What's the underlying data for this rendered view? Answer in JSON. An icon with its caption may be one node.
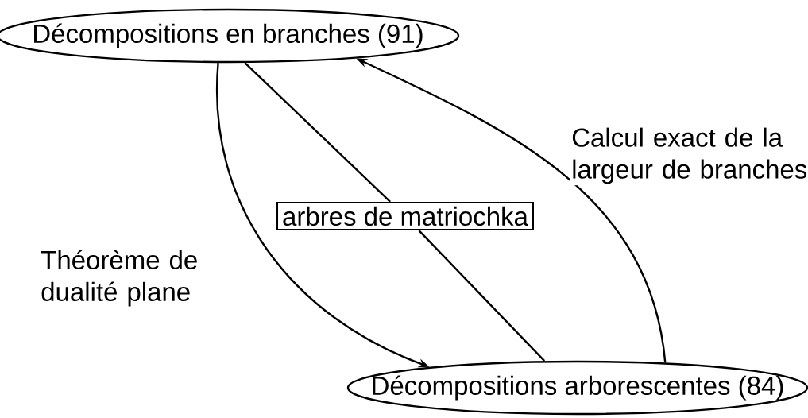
{
  "diagram": {
    "nodes": [
      {
        "text": [
          "Décompositions en branches (91)"
        ]
      },
      {
        "text": [
          "Décompositions arborescentes (84)"
        ]
      },
      {
        "text": [
          "arbres de matriochka"
        ]
      }
    ],
    "edges": [
      {
        "from": 0,
        "to": 1,
        "arrow": "to",
        "label": "Théorème de dualité plane"
      },
      {
        "from": 1,
        "to": 0,
        "arrow": "to",
        "label": "Calcul exact de la largeur de branches"
      },
      {
        "from": 0,
        "to": 2,
        "arrow": "none"
      },
      {
        "from": 2,
        "to": 1,
        "arrow": "none"
      }
    ]
  }
}
